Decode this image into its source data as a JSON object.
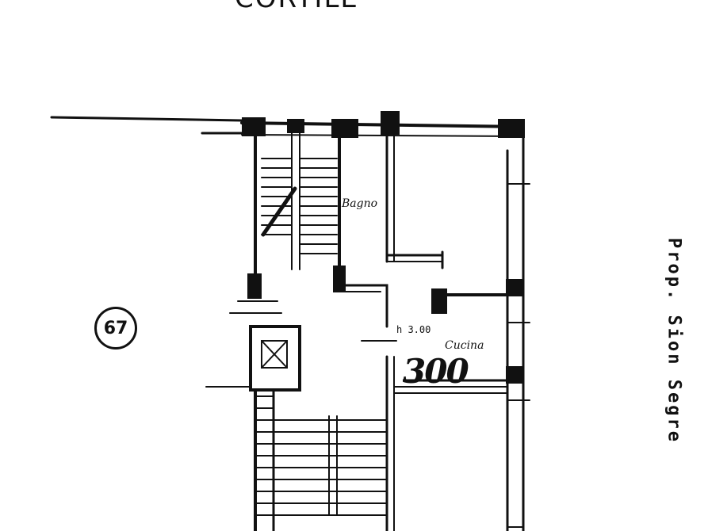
{
  "top_label": "CORTILE",
  "parcel_number": "67",
  "side_label": "Prop. Sion Segre",
  "rooms": {
    "bagno": "Bagno",
    "cucina": "Cucina"
  },
  "height_note": "h 3.00",
  "dimension_number": "300"
}
